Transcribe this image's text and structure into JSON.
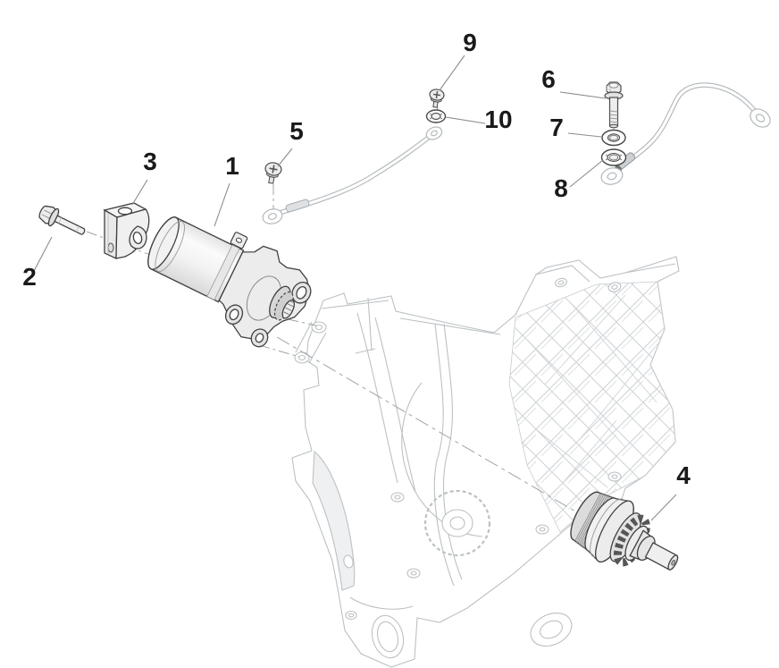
{
  "diagram_type": "exploded-parts-diagram",
  "subject": "starter-motor-assembly",
  "colors": {
    "background": "#ffffff",
    "part_outline": "#404040",
    "engine_case_line": "#bcc1c4",
    "leader_line": "#8c8c8c",
    "callout_text": "#1a1a1a",
    "cable_line": "#b3b8bb"
  },
  "callouts": [
    {
      "label": "1"
    },
    {
      "label": "2"
    },
    {
      "label": "3"
    },
    {
      "label": "4"
    },
    {
      "label": "5"
    },
    {
      "label": "6"
    },
    {
      "label": "7"
    },
    {
      "label": "8"
    },
    {
      "label": "9"
    },
    {
      "label": "10"
    }
  ]
}
